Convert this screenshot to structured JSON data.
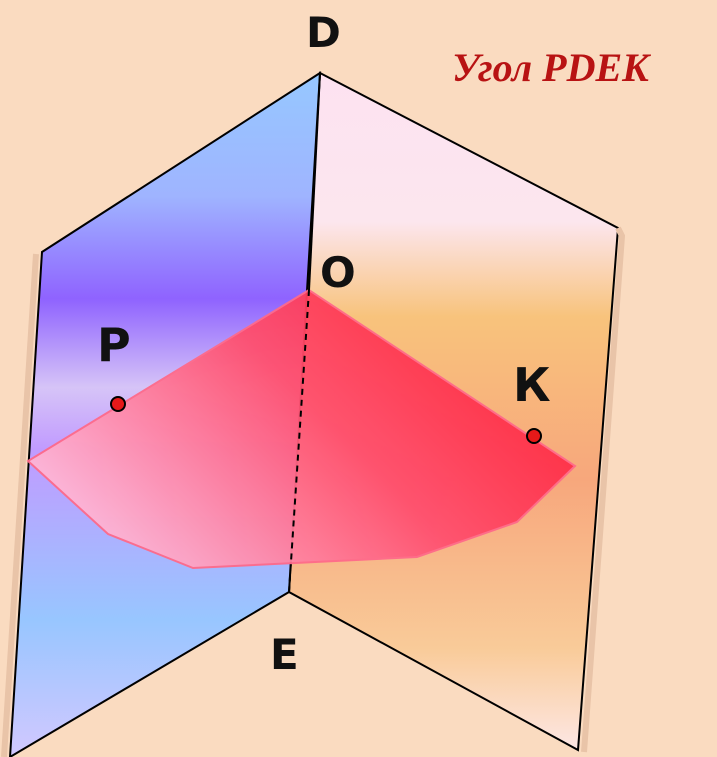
{
  "title": "Угол PDEK",
  "points": {
    "D": "D",
    "O": "O",
    "P": "P",
    "K": "К",
    "E": "E"
  },
  "colors": {
    "background": "#fadbc0",
    "title": "#b81313",
    "left_plane": [
      "#96c8ff",
      "#8f63ff",
      "#b3a8ff",
      "#d4c6ff"
    ],
    "right_plane": [
      "#fce4f2",
      "#f8c27a",
      "#fbd0a8",
      "#fde6e0"
    ],
    "section": [
      "#ffb3d9",
      "#ff2a3c"
    ],
    "point": "#e61919"
  }
}
